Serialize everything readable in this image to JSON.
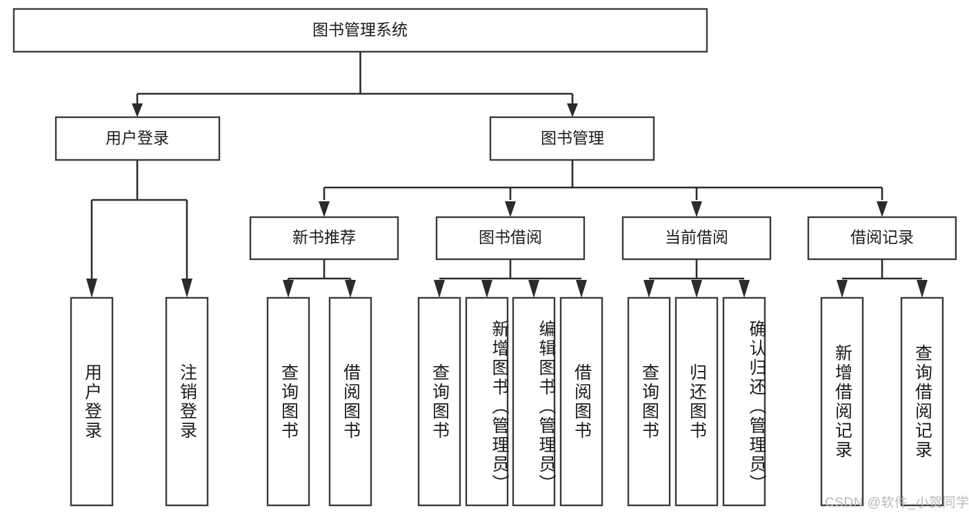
{
  "diagram": {
    "title_node": {
      "label": "图书管理系统"
    },
    "level2": [
      {
        "id": "user-login",
        "label": "用户登录"
      },
      {
        "id": "book-management",
        "label": "图书管理"
      }
    ],
    "level3": [
      {
        "id": "new-book-recommend",
        "label": "新书推荐",
        "parent": "book-management"
      },
      {
        "id": "book-borrow",
        "label": "图书借阅",
        "parent": "book-management"
      },
      {
        "id": "current-borrow",
        "label": "当前借阅",
        "parent": "book-management"
      },
      {
        "id": "borrow-record",
        "label": "借阅记录",
        "parent": "book-management"
      }
    ],
    "leaves": [
      {
        "id": "leaf-user-login",
        "label": "用户登录",
        "parent": "user-login"
      },
      {
        "id": "leaf-logout-login",
        "label": "注销登录",
        "parent": "user-login"
      },
      {
        "id": "leaf-query-book-1",
        "label": "查询图书",
        "parent": "new-book-recommend"
      },
      {
        "id": "leaf-borrow-book-1",
        "label": "借阅图书",
        "parent": "new-book-recommend"
      },
      {
        "id": "leaf-query-book-2",
        "label": "查询图书",
        "parent": "book-borrow"
      },
      {
        "id": "leaf-add-book",
        "label": "新增图书（管理员）",
        "parent": "book-borrow"
      },
      {
        "id": "leaf-edit-book",
        "label": "编辑图书（管理员）",
        "parent": "book-borrow"
      },
      {
        "id": "leaf-borrow-book-2",
        "label": "借阅图书",
        "parent": "book-borrow"
      },
      {
        "id": "leaf-query-book-3",
        "label": "查询图书",
        "parent": "current-borrow"
      },
      {
        "id": "leaf-return-book",
        "label": "归还图书",
        "parent": "current-borrow"
      },
      {
        "id": "leaf-confirm-return",
        "label": "确认归还（管理员）",
        "parent": "current-borrow"
      },
      {
        "id": "leaf-add-record",
        "label": "新增借阅记录",
        "parent": "borrow-record"
      },
      {
        "id": "leaf-query-record",
        "label": "查询借阅记录",
        "parent": "borrow-record"
      }
    ]
  },
  "watermark": {
    "text": "CSDN @软件_小贺同学"
  },
  "colors": {
    "background": "#ffffff",
    "box_fill": "#ffffff",
    "box_stroke": "#3a3a3a",
    "connector": "#2b2b2b",
    "text": "#1b1b1b",
    "watermark": "#b9b9b9"
  }
}
